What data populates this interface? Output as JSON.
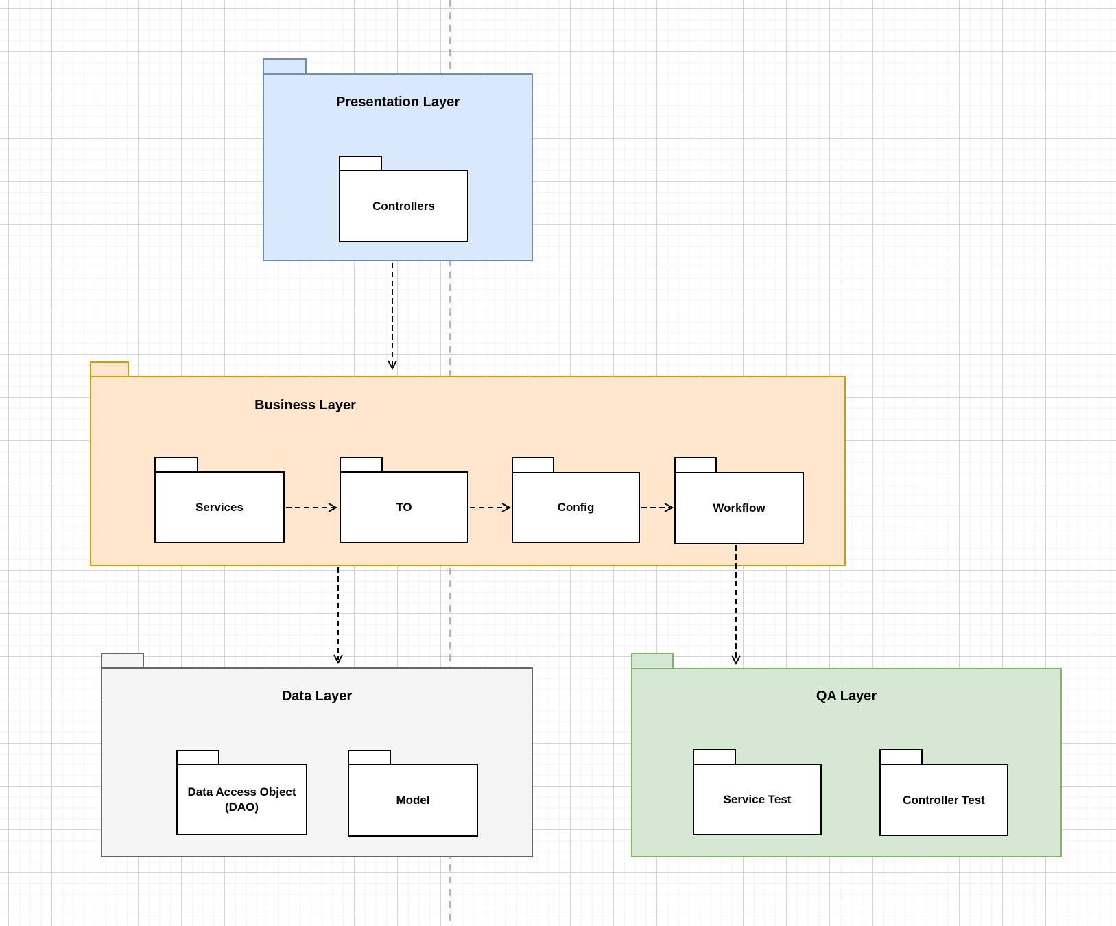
{
  "diagram": {
    "type": "uml-package-diagram",
    "layers": {
      "presentation": {
        "title": "Presentation Layer",
        "fill": "#dae8fc",
        "border": "#6c8ebf",
        "packages": {
          "controllers": {
            "label": "Controllers"
          }
        }
      },
      "business": {
        "title": "Business Layer",
        "fill": "#ffe6cc",
        "border": "#d79b00",
        "packages": {
          "services": {
            "label": "Services"
          },
          "to": {
            "label": "TO"
          },
          "config": {
            "label": "Config"
          },
          "workflow": {
            "label": "Workflow"
          }
        }
      },
      "data": {
        "title": "Data Layer",
        "fill": "#f5f5f5",
        "border": "#666666",
        "packages": {
          "dao": {
            "label": "Data Access Object (DAO)"
          },
          "model": {
            "label": "Model"
          }
        }
      },
      "qa": {
        "title": "QA Layer",
        "fill": "#d5e8d4",
        "border": "#82b366",
        "packages": {
          "service_test": {
            "label": "Service Test"
          },
          "controller_test": {
            "label": "Controller Test"
          }
        }
      }
    },
    "connections": [
      {
        "from": "Presentation Layer",
        "to": "Business Layer",
        "style": "dashed-open-arrow"
      },
      {
        "from": "Services",
        "to": "TO",
        "style": "dashed-open-arrow"
      },
      {
        "from": "TO",
        "to": "Config",
        "style": "dashed-open-arrow"
      },
      {
        "from": "Config",
        "to": "Workflow",
        "style": "dashed-open-arrow"
      },
      {
        "from": "Business Layer",
        "to": "Data Layer",
        "style": "dashed-open-arrow"
      },
      {
        "from": "Workflow",
        "to": "QA Layer",
        "style": "dashed-open-arrow"
      }
    ],
    "page_separator_color": "#b3b3b3",
    "edge_color": "#000000"
  }
}
